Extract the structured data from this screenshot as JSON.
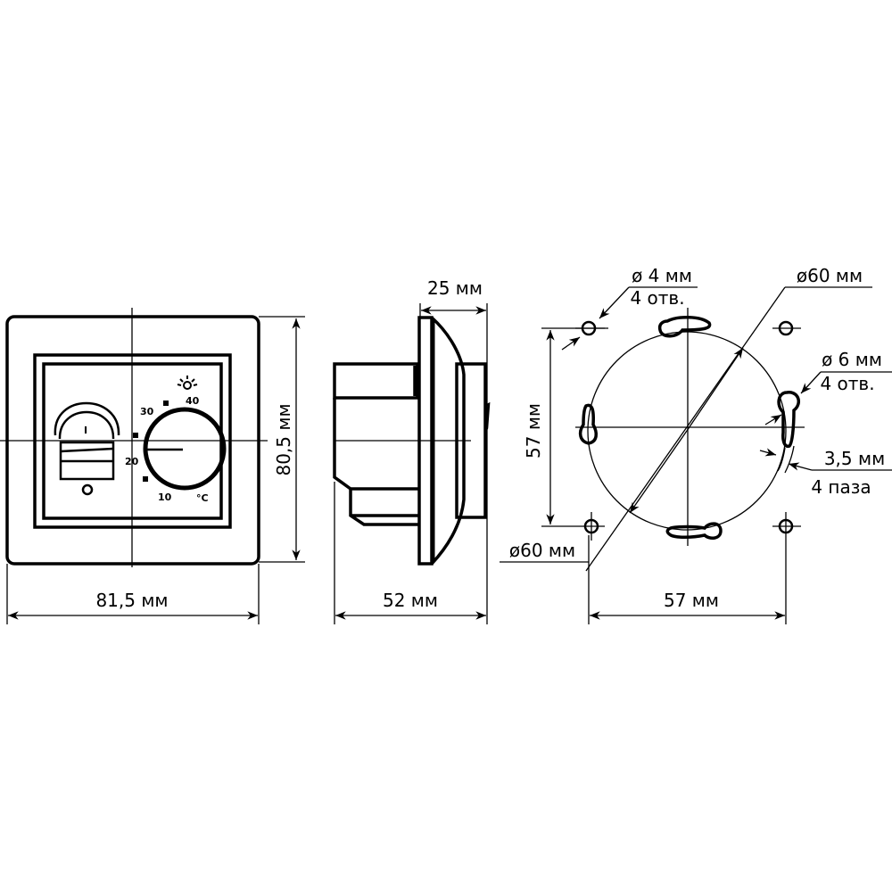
{
  "front_view": {
    "dial_labels": {
      "t10": "10",
      "t20": "20",
      "t30": "30",
      "t40": "40",
      "unit": "°C"
    },
    "switch_on_label": "I",
    "dim_width": "81,5 мм",
    "dim_height": "80,5 мм"
  },
  "side_view": {
    "dim_depth": "52 мм",
    "dim_protrusion": "25 мм"
  },
  "mount_view": {
    "dim_hole_small": "ø 4 мм",
    "dim_hole_small_count": "4 отв.",
    "dim_circle_top": "ø60 мм",
    "dim_hole_large": "ø 6 мм",
    "dim_hole_large_count": "4 отв.",
    "dim_slot": "3,5 мм",
    "dim_slot_count": "4 паза",
    "dim_circle_bottom": "ø60 мм",
    "dim_vertical": "57 мм",
    "dim_horizontal": "57 мм"
  }
}
